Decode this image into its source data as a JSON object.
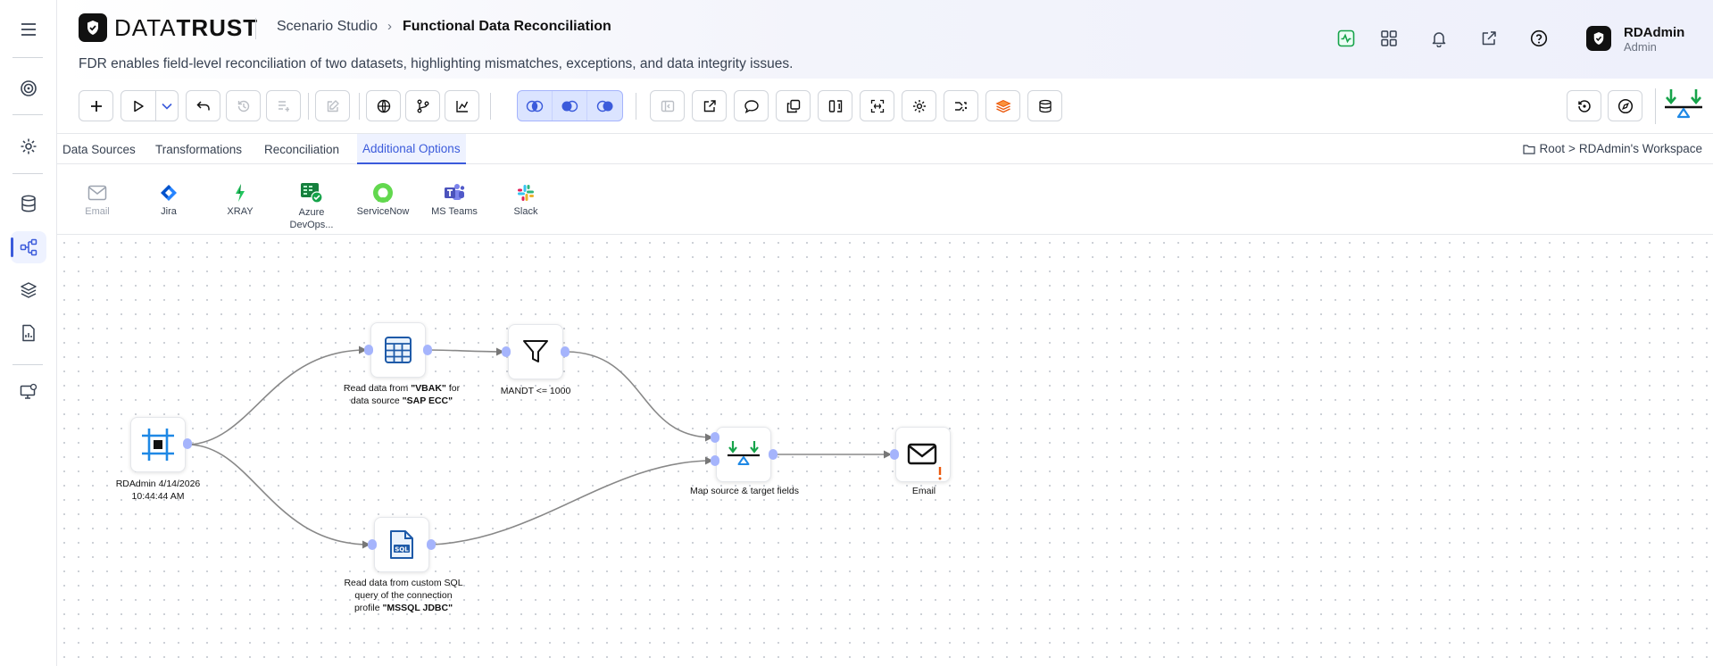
{
  "app": {
    "brand": "DATATRUST",
    "breadcrumb": [
      "Scenario Studio",
      "Functional Data Reconciliation"
    ],
    "subtitle": "FDR enables field-level reconciliation of two datasets, highlighting mismatches, exceptions, and data integrity issues."
  },
  "user": {
    "name": "RDAdmin",
    "role": "Admin"
  },
  "header_icons": [
    "activity-icon",
    "apps-grid-icon",
    "bell-icon",
    "external-link-icon",
    "help-icon"
  ],
  "tabs": [
    {
      "label": "Data Sources",
      "active": false
    },
    {
      "label": "Transformations",
      "active": false
    },
    {
      "label": "Reconciliation",
      "active": false
    },
    {
      "label": "Additional Options",
      "active": true
    }
  ],
  "workspace": {
    "root": "Root",
    "sep": ">",
    "name": "RDAdmin's Workspace"
  },
  "options": [
    {
      "label": "Email",
      "icon": "mail-icon",
      "enabled": false
    },
    {
      "label": "Jira",
      "icon": "jira-icon",
      "enabled": true
    },
    {
      "label": "XRAY",
      "icon": "xray-icon",
      "enabled": true
    },
    {
      "label": "Azure DevOps...",
      "icon": "azure-devops-icon",
      "enabled": true
    },
    {
      "label": "ServiceNow",
      "icon": "servicenow-icon",
      "enabled": true
    },
    {
      "label": "MS Teams",
      "icon": "ms-teams-icon",
      "enabled": true
    },
    {
      "label": "Slack",
      "icon": "slack-icon",
      "enabled": true
    }
  ],
  "flow": {
    "trigger": {
      "label": "RDAdmin 4/14/2026 10:44:44 AM"
    },
    "source1": {
      "label_pre": "Read data from ",
      "table": "\"VBAK\"",
      "label_mid": " for data source ",
      "source": "\"SAP ECC\""
    },
    "filter": {
      "label": "MANDT <= 1000"
    },
    "source2": {
      "label_pre": "Read data from custom SQL query of the connection profile ",
      "profile": "\"MSSQL JDBC\""
    },
    "map": {
      "label": "Map source & target fields"
    },
    "email": {
      "label": "Email"
    }
  },
  "colors": {
    "accent": "#3b5bdb",
    "port": "#a5b4fc",
    "green": "#16a34a"
  }
}
